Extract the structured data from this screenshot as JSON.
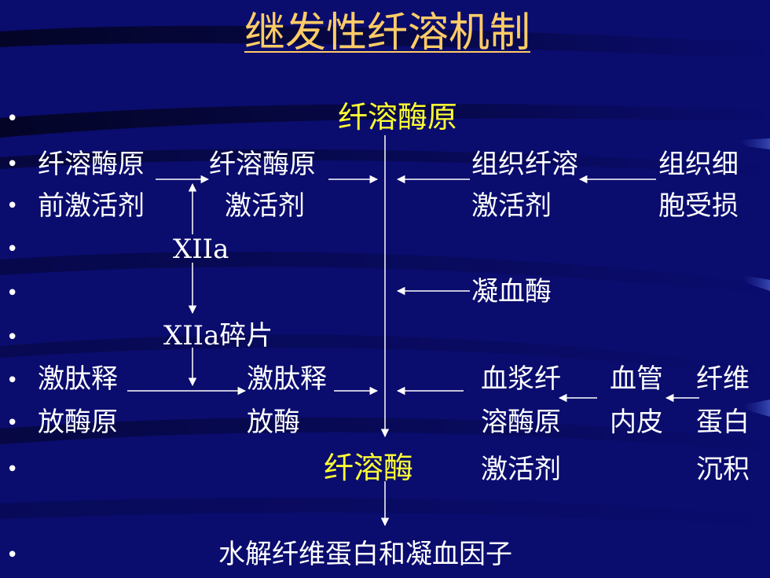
{
  "title": "继发性纤溶机制",
  "colors": {
    "background": "#0a0c6e",
    "title": "#ffcc66",
    "highlight": "#ffff33",
    "text": "#ffffff"
  },
  "bullet": "•",
  "nodes": {
    "plasminogen_top": "纤溶酶原",
    "proactivator_l1": "纤溶酶原",
    "proactivator_l2": "前激活剂",
    "activator_l1": "纤溶酶原",
    "activator_l2": "激活剂",
    "tpa_l1": "组织纤溶",
    "tpa_l2": "激活剂",
    "tissue_damage_l1": "组织细",
    "tissue_damage_l2": "胞受损",
    "f12a": "XIIa",
    "thrombin": "凝血酶",
    "f12a_fragment": "XIIa碎片",
    "kallikreinogen_l1": "激肽释",
    "kallikreinogen_l2": "放酶原",
    "kallikrein_l1": "激肽释",
    "kallikrein_l2": "放酶",
    "plasma_activator_l1": "血浆纤",
    "plasma_activator_l2": "溶酶原",
    "plasma_activator_l3": "激活剂",
    "endothelium_l1": "血管",
    "endothelium_l2": "内皮",
    "fibrin_l1": "纤维",
    "fibrin_l2": "蛋白",
    "fibrin_l3": "沉积",
    "plasmin": "纤溶酶",
    "result": "水解纤维蛋白和凝血因子"
  }
}
